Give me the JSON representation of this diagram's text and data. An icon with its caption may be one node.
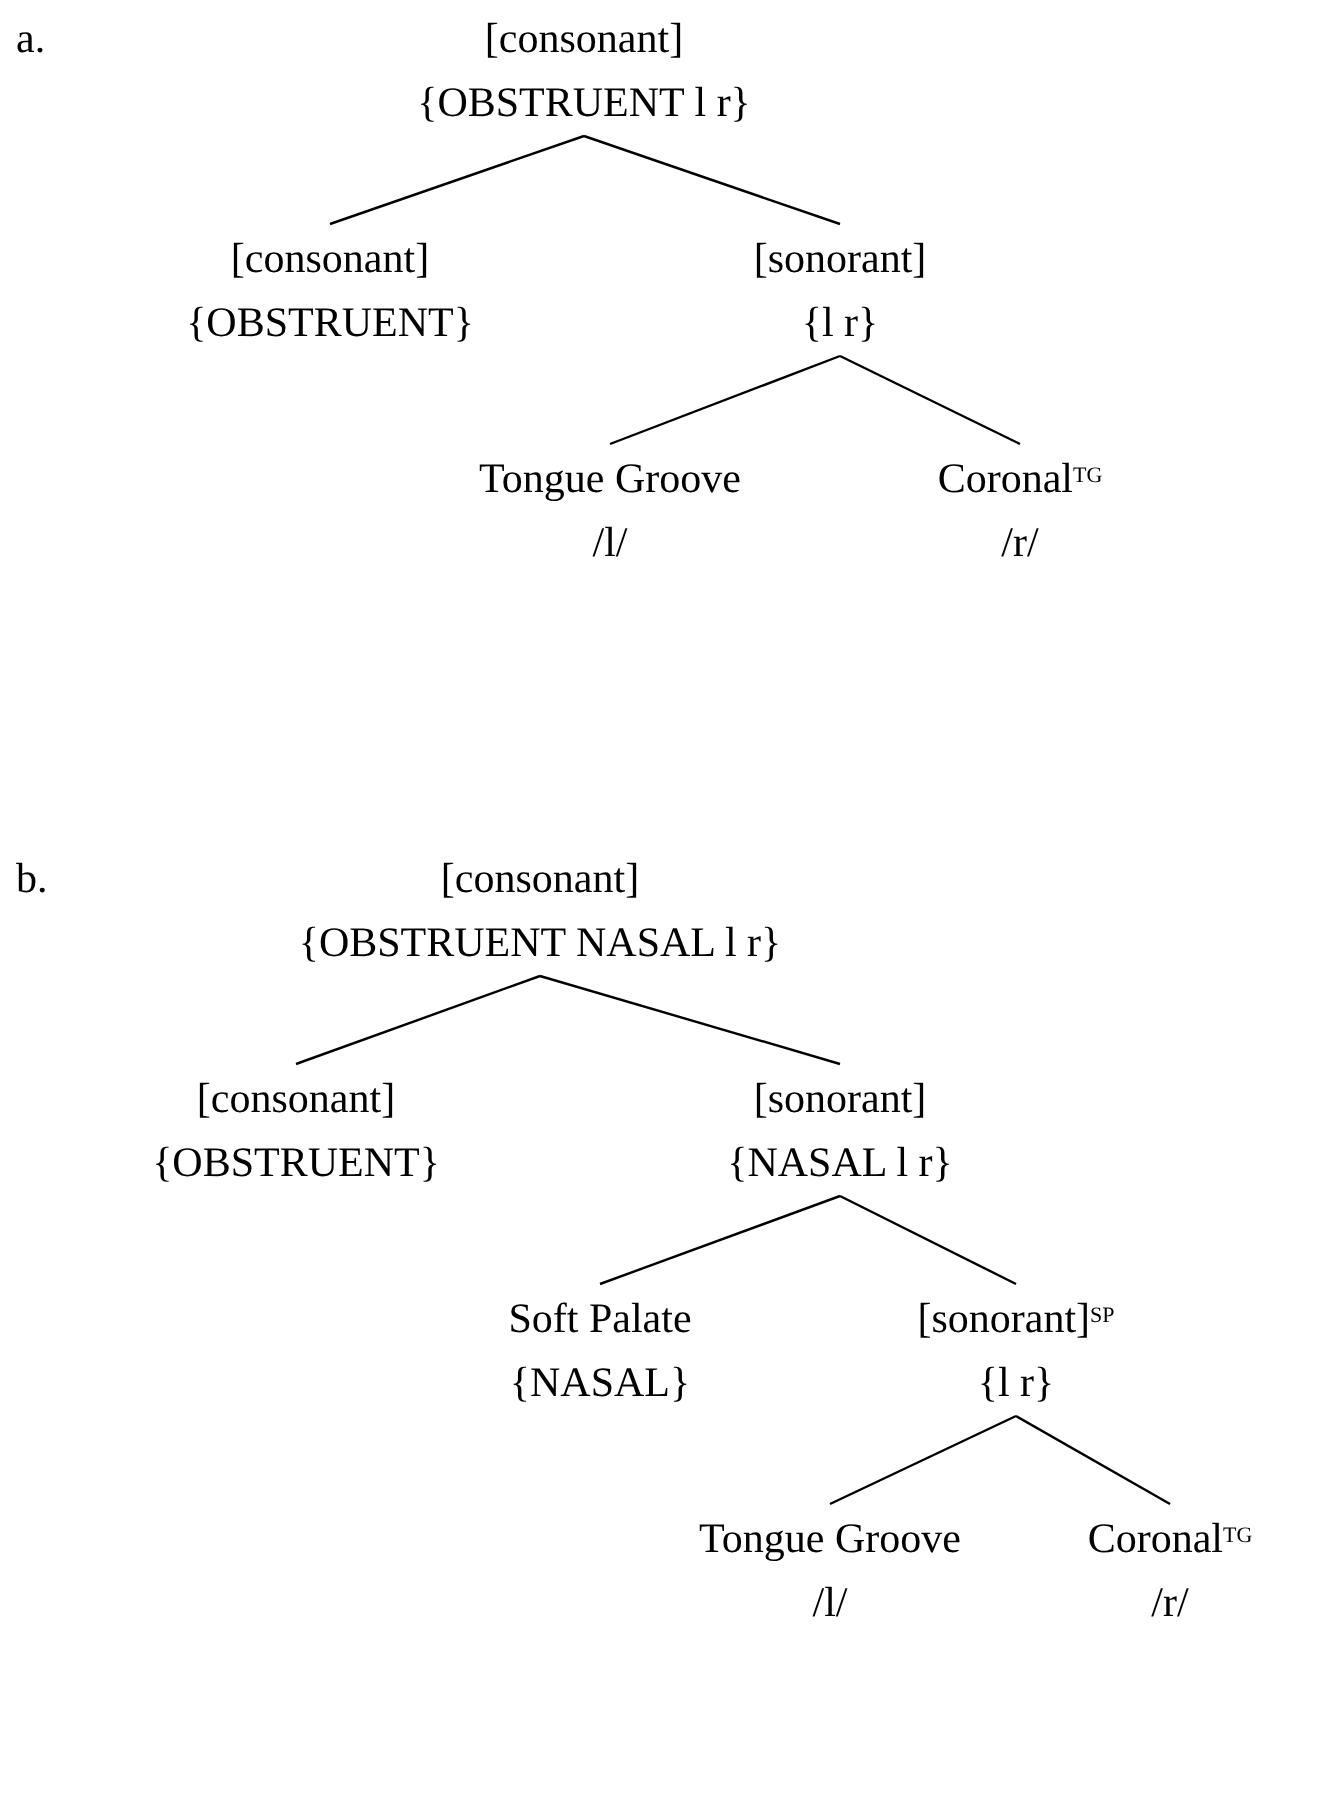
{
  "diagram": {
    "nodes": [
      {
        "text": [
          "[consonant]",
          "{OBSTRUENT l r}"
        ]
      },
      {
        "text": [
          "[consonant]",
          "{OBSTRUENT}"
        ]
      },
      {
        "text": [
          "[sonorant]",
          "{l r}"
        ]
      },
      {
        "text": [
          "Tongue Groove",
          "/l/"
        ]
      },
      {
        "text": [
          "Coronal$^{TG}$",
          "/r/"
        ]
      },
      {
        "text": [
          "[consonant]",
          "{OBSTRUENT NASAL l r}"
        ]
      },
      {
        "text": [
          "[consonant]",
          "{OBSTRUENT}"
        ]
      },
      {
        "text": [
          "[sonorant]",
          "{NASAL l r}"
        ]
      },
      {
        "text": [
          "Soft Palate",
          "{NASAL}"
        ]
      },
      {
        "text": [
          "[sonorant]$^{SP}$",
          "{l r}"
        ]
      },
      {
        "text": [
          "Tongue Groove",
          "/l/"
        ]
      },
      {
        "text": [
          "Coronal$^{TG}$",
          "/r/"
        ]
      }
    ],
    "edges": [
      {
        "from": 0,
        "to": 1,
        "arrow": "none"
      },
      {
        "from": 0,
        "to": 2,
        "arrow": "none"
      },
      {
        "from": 2,
        "to": 3,
        "arrow": "none"
      },
      {
        "from": 2,
        "to": 4,
        "arrow": "none"
      },
      {
        "from": 5,
        "to": 6,
        "arrow": "none"
      },
      {
        "from": 5,
        "to": 7,
        "arrow": "none"
      },
      {
        "from": 7,
        "to": 8,
        "arrow": "none"
      },
      {
        "from": 7,
        "to": 9,
        "arrow": "none"
      },
      {
        "from": 9,
        "to": 10,
        "arrow": "none"
      },
      {
        "from": 9,
        "to": 11,
        "arrow": "none"
      }
    ],
    "labels": [
      "a.",
      "b."
    ]
  }
}
